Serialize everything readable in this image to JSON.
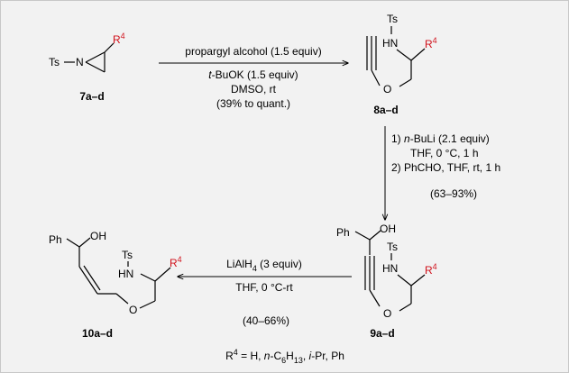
{
  "colors": {
    "background": "#f2f2f2",
    "frame": "#c8c8c8",
    "r_group": "#d0101a"
  },
  "atoms": {
    "ts": "Ts",
    "n": "N",
    "hn": "HN",
    "o": "O",
    "oh": "OH",
    "ph": "Ph",
    "r4": "R",
    "r4_sup": "4"
  },
  "labels": {
    "c7": "7a–d",
    "c8": "8a–d",
    "c9": "9a–d",
    "c10": "10a–d"
  },
  "step1": {
    "line1": "propargyl alcohol (1.5 equiv)",
    "line2_italic": "t",
    "line2_rest": "-BuOK (1.5 equiv)",
    "line3": "DMSO, rt",
    "yield": "(39% to quant.)"
  },
  "step2": {
    "line1_prefix": "1) ",
    "line1_italic": "n",
    "line1_rest": "-BuLi (2.1 equiv)",
    "line2": "THF, 0 °C, 1 h",
    "line3": "2) PhCHO, THF, rt, 1 h",
    "yield": "(63–93%)"
  },
  "step3": {
    "reagent": "LiAlH",
    "reagent_sub": "4",
    "equiv": " (3 equiv)",
    "conditions": "THF, 0 °C-rt",
    "yield": "(40–66%)"
  },
  "footnote": {
    "r": "R",
    "r_sup": "4",
    "eq": " = H, ",
    "n": "n",
    "c6h13_a": "-C",
    "c6h13_sub1": "6",
    "c6h13_b": "H",
    "c6h13_sub2": "13",
    "comma1": ", ",
    "i": "i",
    "ipr": "-Pr, Ph"
  }
}
